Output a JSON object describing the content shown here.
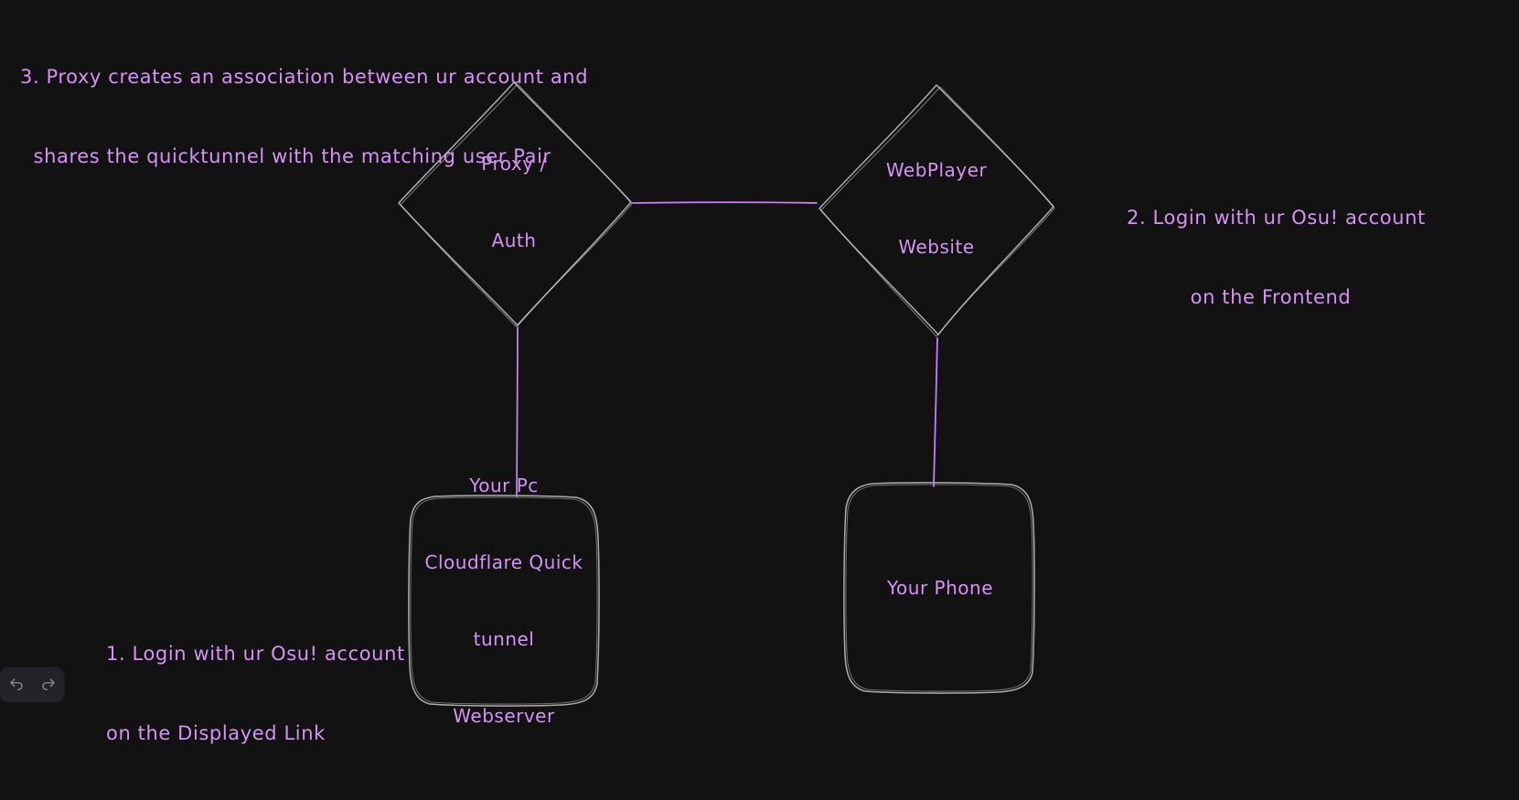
{
  "canvas": {
    "background": "#121212",
    "stroke_color": "#c8c8c8",
    "connector_color": "#c77dff",
    "text_color": "#d692f5"
  },
  "notes": [
    {
      "id": "step3",
      "lines": [
        "3. Proxy creates an association between ur account and",
        "  shares the quicktunnel with the matching user Pair"
      ]
    },
    {
      "id": "step2",
      "lines": [
        "2. Login with ur Osu! account",
        "on the Frontend"
      ]
    },
    {
      "id": "step1",
      "lines": [
        "1. Login with ur Osu! account",
        "on the Displayed Link"
      ]
    }
  ],
  "shapes": [
    {
      "id": "proxy-auth",
      "type": "diamond",
      "lines": [
        "Proxy /",
        "Auth"
      ]
    },
    {
      "id": "webplayer-website",
      "type": "diamond",
      "lines": [
        "WebPlayer",
        "Website"
      ]
    },
    {
      "id": "your-pc",
      "type": "rounded-rectangle",
      "lines": [
        "Your Pc",
        "Cloudflare Quick",
        "tunnel",
        "Webserver"
      ]
    },
    {
      "id": "your-phone",
      "type": "rounded-rectangle",
      "lines": [
        "Your Phone"
      ]
    }
  ],
  "connectors": [
    {
      "from": "proxy-auth",
      "to": "webplayer-website"
    },
    {
      "from": "proxy-auth",
      "to": "your-pc"
    },
    {
      "from": "webplayer-website",
      "to": "your-phone"
    }
  ],
  "toolbar": {
    "undo_label": "undo",
    "redo_label": "redo"
  }
}
